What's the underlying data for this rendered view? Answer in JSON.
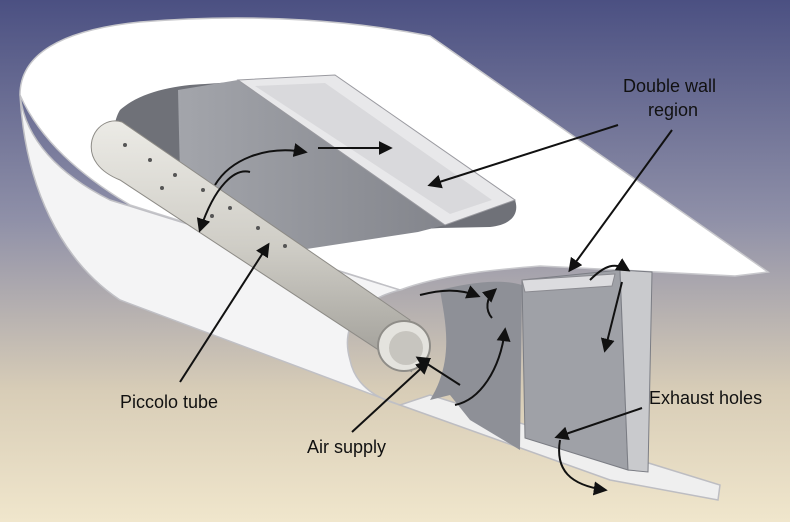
{
  "labels": {
    "double_wall_line1": "Double wall",
    "double_wall_line2": "region",
    "piccolo_tube": "Piccolo tube",
    "air_supply": "Air supply",
    "exhaust_holes": "Exhaust holes"
  },
  "colors": {
    "background_top": "#4a4f80",
    "background_mid": "#8d8fa8",
    "background_bottom": "#e9dcc0",
    "skin_white": "#ffffff",
    "skin_shadow": "#d9d9dc",
    "interior_grey": "#8e9097",
    "interior_dark": "#6f7178",
    "tube_grey": "#d4d2cc",
    "arrow": "#111111"
  }
}
